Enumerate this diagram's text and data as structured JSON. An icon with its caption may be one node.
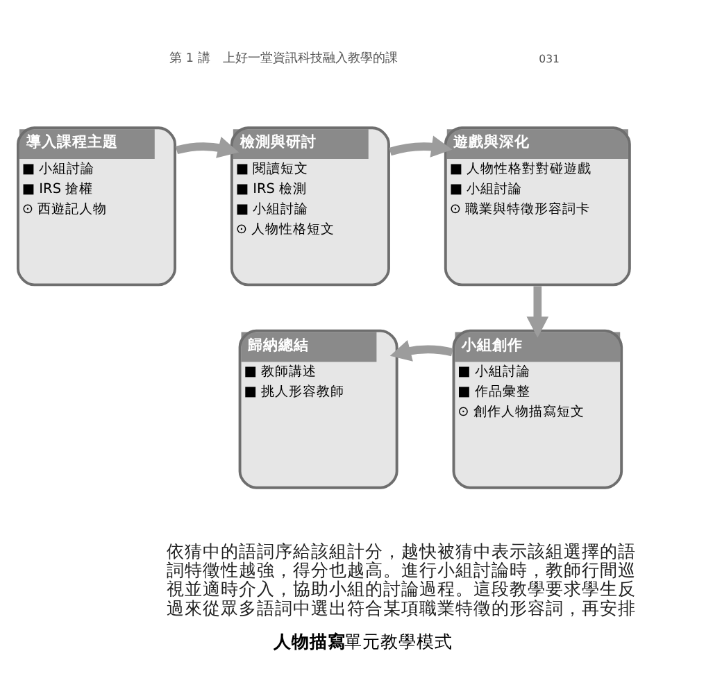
{
  "diagram": {
    "caption": "**人物描寫**單元教學模式",
    "nodes": [
      {
        "text": [
          "導入課程主題",
          "■ 小組討論",
          "■ IRS 搶權",
          "⊙ 西遊記人物"
        ]
      },
      {
        "text": [
          "檢測與研討",
          "■ 閱讀短文",
          "■ IRS 檢測",
          "■ 小組討論",
          "⊙ 人物性格短文"
        ]
      },
      {
        "text": [
          "遊戲與深化",
          "■ 人物性格對對碰遊戲",
          "■ 小組討論",
          "⊙ 職業與特徵形容詞卡"
        ]
      },
      {
        "text": [
          "歸納總結",
          "■ 教師講述",
          "■ 挑人形容教師"
        ]
      },
      {
        "text": [
          "小組創作",
          "■ 小組討論",
          "■ 作品彙整",
          "⊙ 創作人物描寫短文"
        ]
      }
    ],
    "edges": [
      {
        "from": 0,
        "to": 1,
        "arrow": "to"
      },
      {
        "from": 1,
        "to": 2,
        "arrow": "to"
      },
      {
        "from": 2,
        "to": 4,
        "arrow": "to"
      },
      {
        "from": 4,
        "to": 3,
        "arrow": "to"
      }
    ],
    "labels": [
      "第 1 講　上好一堂資訊科技融入教學的課",
      "031",
      "依猜中的語詞序給該組計分，越快被猜中表示該組選擇的語詞特徵性越強，得分也越高。進行小組討論時，教師行間巡視並適時介入，協助小組的討論過程。這段教學要求學生反過來從眾多語詞中選出符合某項職業特徵的形容詞，再安排"
    ]
  }
}
